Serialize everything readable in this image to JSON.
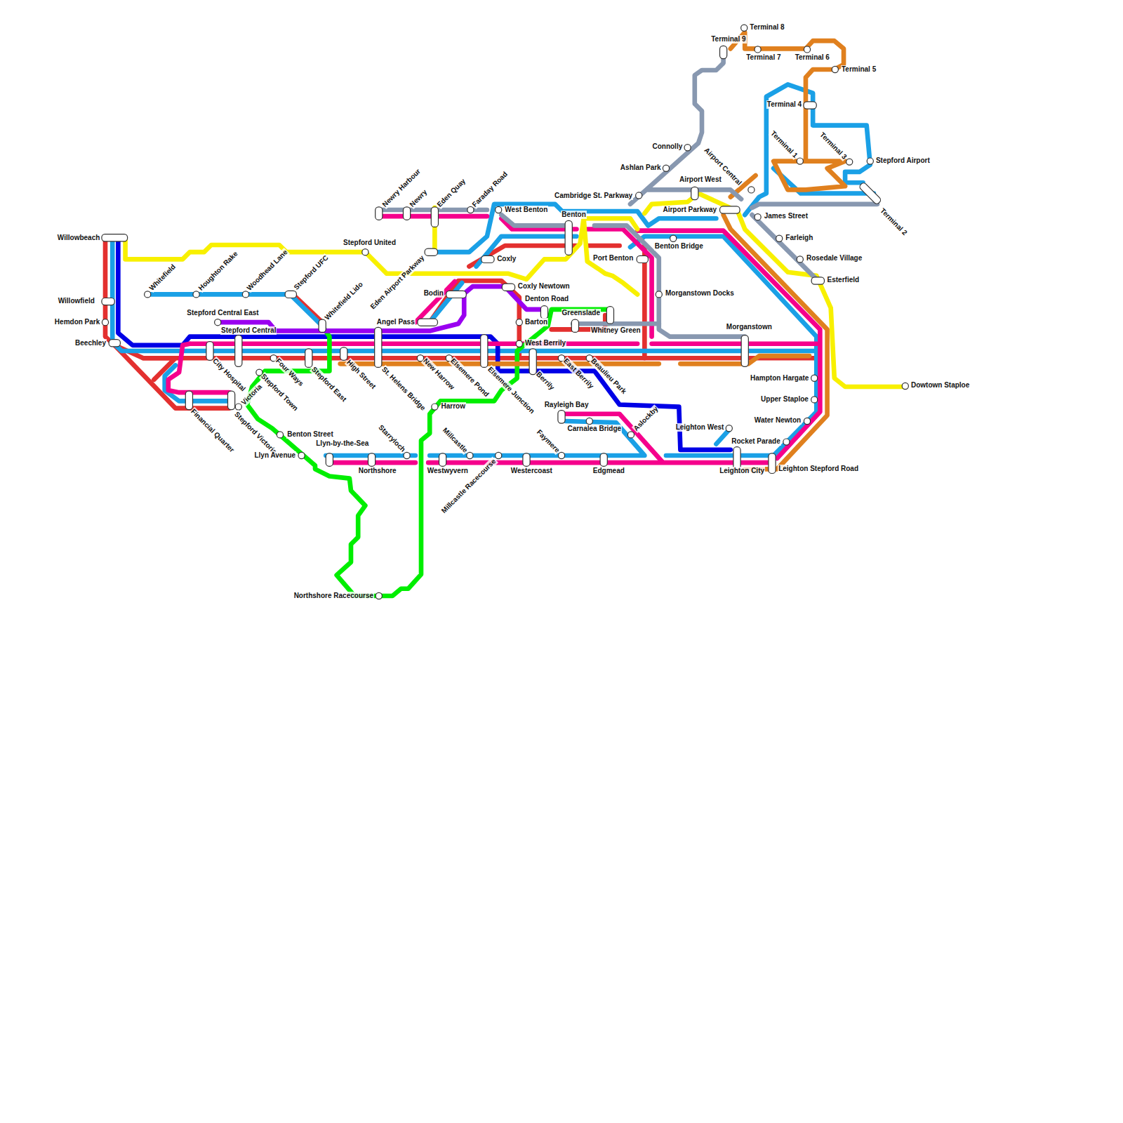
{
  "diagram": {
    "labels": [
      "Willowbeach",
      "Willowfield",
      "Hemdon Park",
      "Beechley",
      "Whitefield",
      "Houghton Rake",
      "Woodhead Lane",
      "Stepford UFC",
      "Whitefield Lido",
      "Stepford United",
      "Stepford Central East",
      "Stepford Central",
      "City Hospital",
      "Four Ways",
      "Stepford East",
      "High Street",
      "St. Helens Bridge",
      "New Harrow",
      "Elsemere Pond",
      "Elsemere Junction",
      "Berrily",
      "East Berrily",
      "Beaulieu Park",
      "Stepford Town",
      "Victoria",
      "Financial Quarter",
      "Stepford Victoria",
      "Benton Street",
      "Llyn Avenue",
      "Llyn-by-the-Sea",
      "Northshore",
      "Starryloch",
      "Harrow",
      "Westwyvern",
      "Millcastle",
      "Millcastle Racecourse",
      "Westercoast",
      "Faymere",
      "Edgmead",
      "Rayleigh Bay",
      "Carnalea Bridge",
      "Aslockby",
      "Leighton West",
      "Leighton City",
      "Leighton Stepford Road",
      "Rocket Parade",
      "Water Newton",
      "Upper Staploe",
      "Hampton Hargate",
      "Morganstown",
      "Morganstown Docks",
      "Port Benton",
      "Benton Bridge",
      "Whitney Green",
      "Greenslade",
      "Denton Road",
      "Barton",
      "West Berrily",
      "Coxly Newtown",
      "Coxly",
      "Bodin",
      "Angel Pass",
      "Eden Airport Parkway",
      "Newry Harbour",
      "Newry",
      "Eden Quay",
      "Faraday Road",
      "West Benton",
      "Benton",
      "Cambridge St. Parkway",
      "Airport West",
      "Airport Parkway",
      "Ashlan Park",
      "Connolly",
      "Terminal 9",
      "Terminal 8",
      "Terminal 7",
      "Terminal 6",
      "Terminal 5",
      "Terminal 4",
      "Terminal 1",
      "Terminal 3",
      "Stepford Airport",
      "Terminal 2",
      "Airport Central",
      "James Street",
      "Farleigh",
      "Rosedale Village",
      "Esterfield",
      "Dowtown Staploe",
      "Northshore Racecourse"
    ]
  }
}
